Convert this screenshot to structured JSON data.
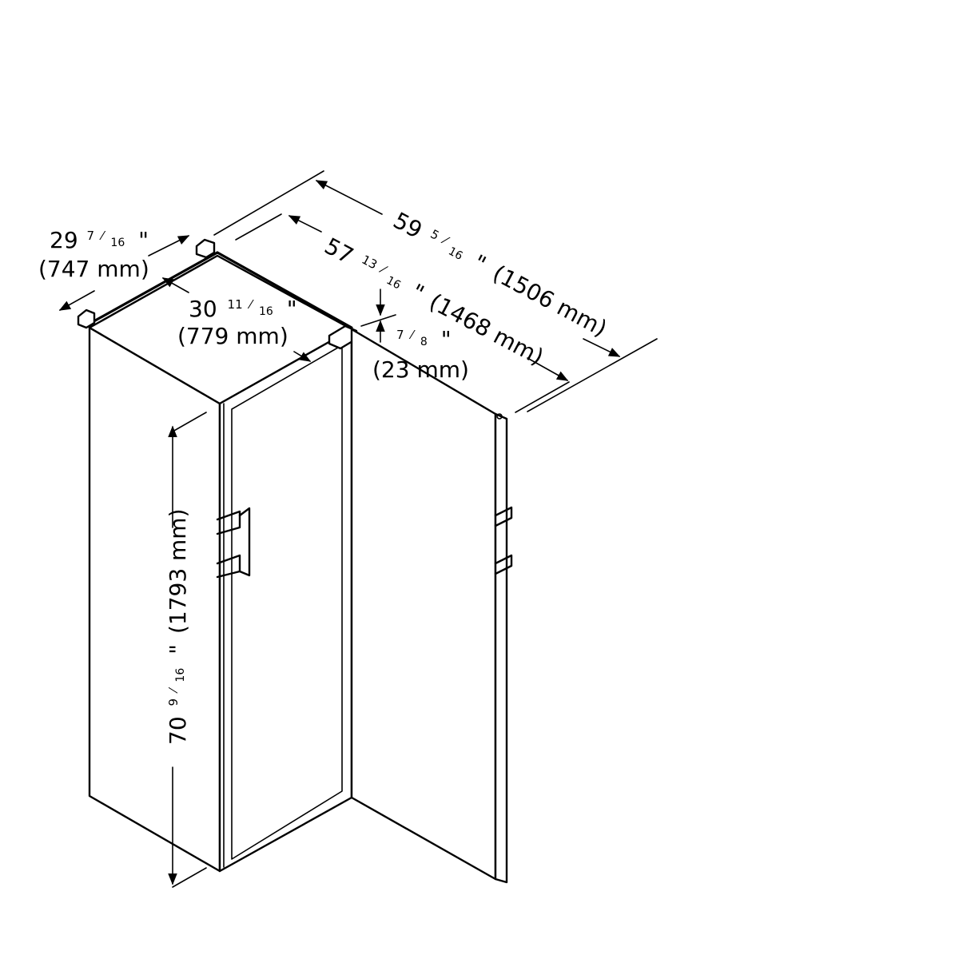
{
  "diagram": {
    "dimensions": {
      "depth_open": {
        "whole": "59",
        "frac_num": "5",
        "frac_den": "16",
        "inch_mark": "\"",
        "metric": "(1506 mm)"
      },
      "depth_closed": {
        "whole": "57",
        "frac_num": "13",
        "frac_den": "16",
        "inch_mark": "\"",
        "metric": "(1468 mm)"
      },
      "width": {
        "whole": "29",
        "frac_num": "7",
        "frac_den": "16",
        "inch_mark": "\"",
        "metric": "(747 mm)"
      },
      "depth_body": {
        "whole": "30",
        "frac_num": "11",
        "frac_den": "16",
        "inch_mark": "\"",
        "metric": "(779 mm)"
      },
      "door_offset": {
        "frac_num": "7",
        "frac_den": "8",
        "inch_mark": "\"",
        "metric": "(23 mm)"
      },
      "height": {
        "whole": "70",
        "frac_num": "9",
        "frac_den": "16",
        "inch_mark": "\"",
        "metric": "(1793 mm)"
      }
    }
  }
}
